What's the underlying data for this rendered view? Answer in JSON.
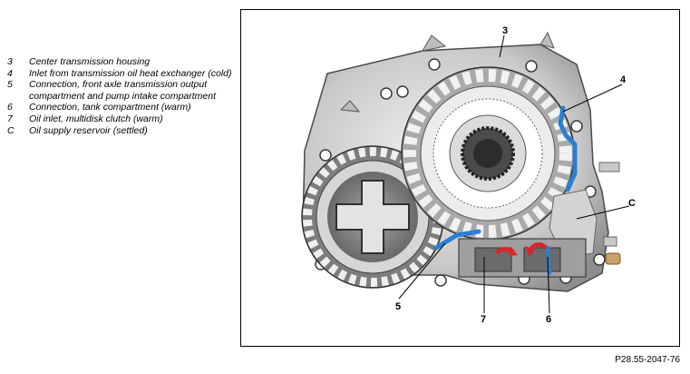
{
  "legend": {
    "items": [
      {
        "key": "3",
        "text": "Center transmission housing"
      },
      {
        "key": "4",
        "text": "Inlet from transmission oil heat exchanger (cold)"
      },
      {
        "key": "5",
        "text": "Connection, front axle transmission output compartment and pump intake compartment"
      },
      {
        "key": "6",
        "text": "Connection, tank compartment (warm)"
      },
      {
        "key": "7",
        "text": "Oil inlet, multidisk clutch (warm)"
      },
      {
        "key": "C",
        "text": "Oil supply reservoir (settled)"
      }
    ]
  },
  "figure": {
    "callouts": {
      "c3": "3",
      "c4": "4",
      "c5": "5",
      "c6": "6",
      "c7": "7",
      "cC": "C"
    },
    "colors": {
      "cold_oil": "#2a7fd4",
      "warm_oil": "#d8262a",
      "housing": "#c9c9c9"
    },
    "figure_id": "P28.55-2047-76"
  }
}
